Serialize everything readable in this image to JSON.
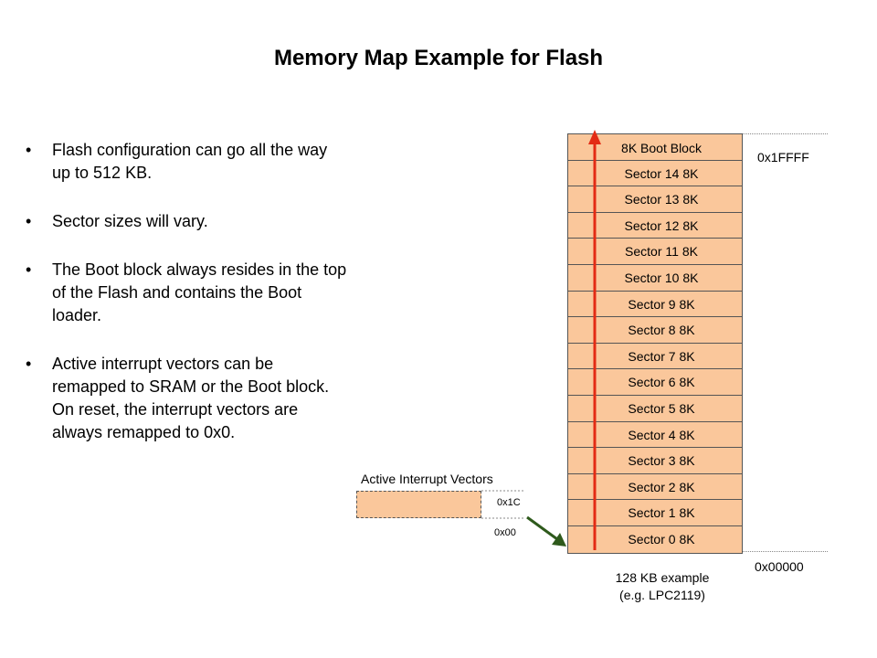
{
  "title": "Memory Map Example for Flash",
  "bullets": [
    "Flash configuration can go all the way up to 512 KB.",
    "Sector sizes will vary.",
    "The Boot block always resides in the top of the Flash and contains the Boot loader.",
    "Active interrupt vectors can be remapped to SRAM or the Boot block. On reset, the interrupt vectors are always remapped to 0x0."
  ],
  "memory_map": {
    "sectors": [
      "8K Boot Block",
      "Sector 14  8K",
      "Sector 13  8K",
      "Sector 12  8K",
      "Sector 11  8K",
      "Sector 10  8K",
      "Sector 9  8K",
      "Sector 8  8K",
      "Sector 7  8K",
      "Sector 6  8K",
      "Sector 5 8K",
      "Sector 4  8K",
      "Sector 3  8K",
      "Sector 2  8K",
      "Sector 1  8K",
      "Sector 0 8K"
    ],
    "top_address": "0x1FFFF",
    "bottom_address": "0x00000",
    "caption_line1": "128 KB example",
    "caption_line2": "(e.g. LPC2119)"
  },
  "interrupt_vectors": {
    "label": "Active Interrupt  Vectors",
    "top_address": "0x1C",
    "bottom_address": "0x00"
  },
  "colors": {
    "sector_fill": "#fac79b",
    "growth_arrow": "#e32b14",
    "pointer_arrow": "#2e5a1c"
  }
}
